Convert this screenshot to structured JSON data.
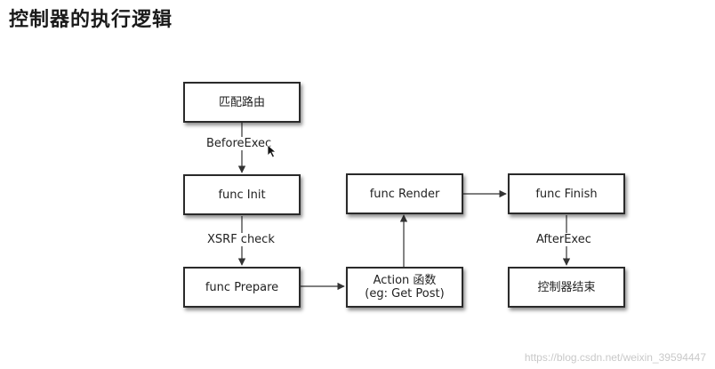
{
  "title": "控制器的执行逻辑",
  "nodes": {
    "match_route": "匹配路由",
    "func_init": "func Init",
    "func_prepare": "func Prepare",
    "action_line1": "Action 函数",
    "action_line2": "(eg: Get Post)",
    "func_render": "func Render",
    "func_finish": "func Finish",
    "controller_end": "控制器结束"
  },
  "edge_labels": {
    "before_exec": "BeforeExec",
    "xsrf_check": "XSRF check",
    "after_exec": "AfterExec"
  },
  "watermark": "https://blog.csdn.net/weixin_39594447",
  "icons": {
    "cursor": "mouse-pointer-icon"
  },
  "colors": {
    "box_border": "#2a2a2a",
    "arrow": "#333333",
    "watermark": "#c9c9c9"
  }
}
